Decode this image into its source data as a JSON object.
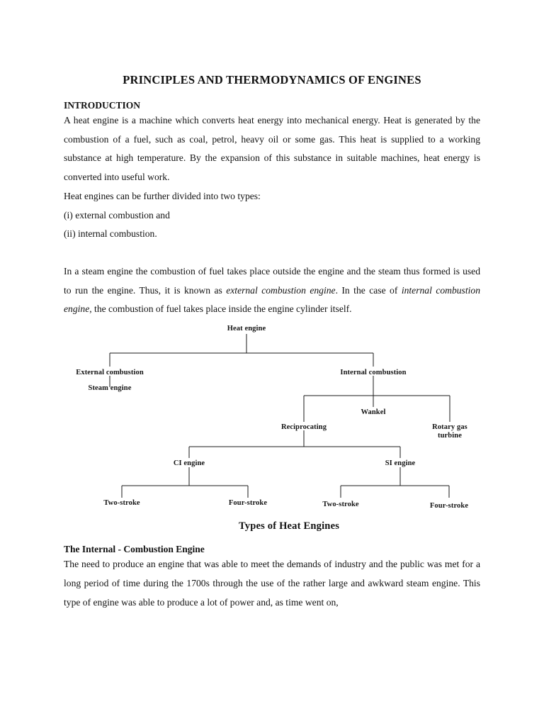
{
  "document": {
    "title": "PRINCIPLES AND THERMODYNAMICS OF ENGINES",
    "sections": {
      "introduction_heading": "INTRODUCTION",
      "paragraph_1": "A heat engine is a machine which converts heat energy into mechanical energy. Heat is generated by the combustion of a fuel, such as coal, petrol, heavy oil or some gas. This heat is supplied to a working substance at high temperature. By the expansion of this substance in suitable machines, heat energy is converted into useful work.",
      "paragraph_2": "Heat engines can be further divided into two types:",
      "list_item_1": "(i) external combustion and",
      "list_item_2": "(ii) internal combustion.",
      "paragraph_3_part_1": "In a steam engine the combustion of fuel takes place outside the engine and the steam thus formed is used to run the engine. Thus, it is known as ",
      "paragraph_3_italic_1": "external combustion engine",
      "paragraph_3_part_2": ". In the case of ",
      "paragraph_3_italic_2": "internal combustion engine",
      "paragraph_3_part_3": ", the combustion of fuel takes place inside the engine cylinder itself.",
      "internal_combustion_heading": "The Internal - Combustion Engine",
      "paragraph_4": "The need to produce an engine that was able to meet the demands of industry and the public was met for a long period of time during the 1700s through the use of the rather large and awkward steam engine. This type of engine was able to produce a lot of power and, as time went on,"
    }
  },
  "figure": {
    "caption": "Types of Heat Engines",
    "nodes": {
      "root": "Heat engine",
      "external_combustion": "External combustion",
      "steam_engine": "Steam engine",
      "internal_combustion": "Internal combustion",
      "reciprocating": "Reciprocating",
      "wankel": "Wankel",
      "rotary_gas_turbine_line1": "Rotary gas",
      "rotary_gas_turbine_line2": "turbine",
      "ci_engine": "CI engine",
      "si_engine": "SI engine",
      "ci_two_stroke": "Two-stroke",
      "ci_four_stroke": "Four-stroke",
      "si_two_stroke": "Two-stroke",
      "si_four_stroke": "Four-stroke"
    }
  },
  "colors": {
    "page_background": "#ffffff",
    "text": "#111111",
    "diagram_line": "#1a1a1a"
  }
}
